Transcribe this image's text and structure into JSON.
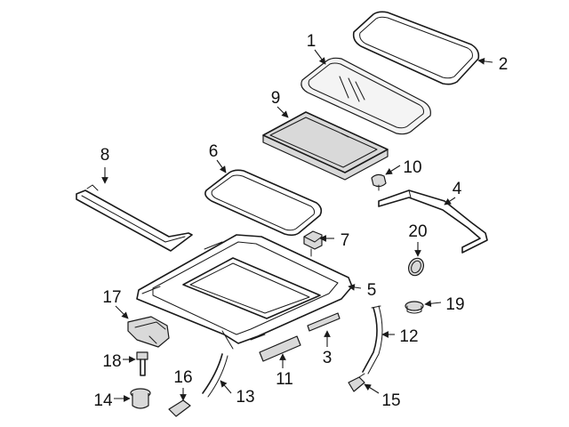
{
  "callouts": {
    "p1": "1",
    "p2": "2",
    "p3": "3",
    "p4": "4",
    "p5": "5",
    "p6": "6",
    "p7": "7",
    "p8": "8",
    "p9": "9",
    "p10": "10",
    "p11": "11",
    "p12": "12",
    "p13": "13",
    "p14": "14",
    "p15": "15",
    "p16": "16",
    "p17": "17",
    "p18": "18",
    "p19": "19",
    "p20": "20"
  },
  "colors": {
    "line": "#1a1a1a",
    "background": "#ffffff",
    "shade": "#d9d9d9"
  }
}
